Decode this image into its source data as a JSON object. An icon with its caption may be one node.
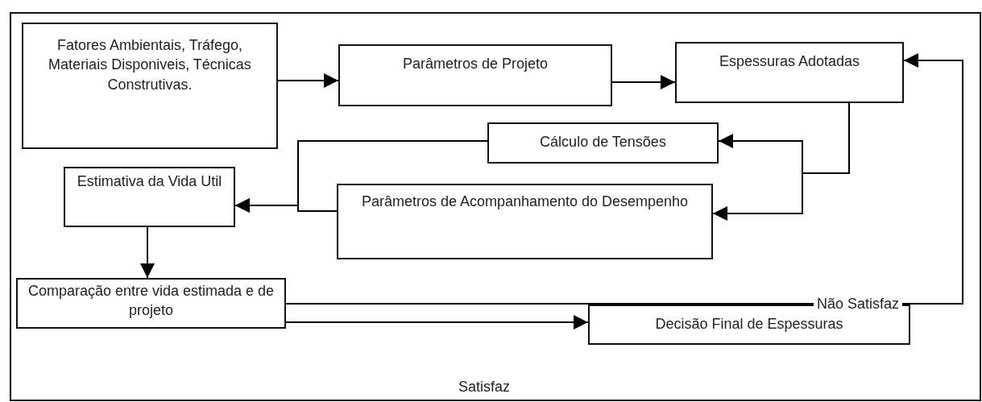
{
  "diagram": {
    "nodes": [
      {
        "text": [
          "Fatores Ambientais, Tráfego, Materiais Disponiveis, Técnicas Construtivas."
        ]
      },
      {
        "text": [
          "Parâmetros de Projeto"
        ]
      },
      {
        "text": [
          "Espessuras Adotadas"
        ]
      },
      {
        "text": [
          "Cálculo de Tensões"
        ]
      },
      {
        "text": [
          "Estimativa da Vida Util"
        ]
      },
      {
        "text": [
          "Parâmetros de Acompanhamento do Desempenho"
        ]
      },
      {
        "text": [
          "Comparação entre vida estimada e de projeto"
        ]
      },
      {
        "text": [
          "Decisão Final de Espessuras"
        ]
      }
    ],
    "edges": [
      {
        "from": 0,
        "to": 1,
        "arrow": "to"
      },
      {
        "from": 1,
        "to": 2,
        "arrow": "to"
      },
      {
        "from": 2,
        "to": 3,
        "arrow": "to"
      },
      {
        "from": 2,
        "to": 5,
        "arrow": "to"
      },
      {
        "from": 3,
        "to": 4,
        "arrow": "to"
      },
      {
        "from": 5,
        "to": 4,
        "arrow": "to"
      },
      {
        "from": 4,
        "to": 6,
        "arrow": "to"
      },
      {
        "from": 6,
        "to": 2,
        "arrow": "to",
        "label": "Não Satisfaz"
      },
      {
        "from": 6,
        "to": 7,
        "arrow": "to",
        "label": "Satisfaz"
      }
    ]
  }
}
